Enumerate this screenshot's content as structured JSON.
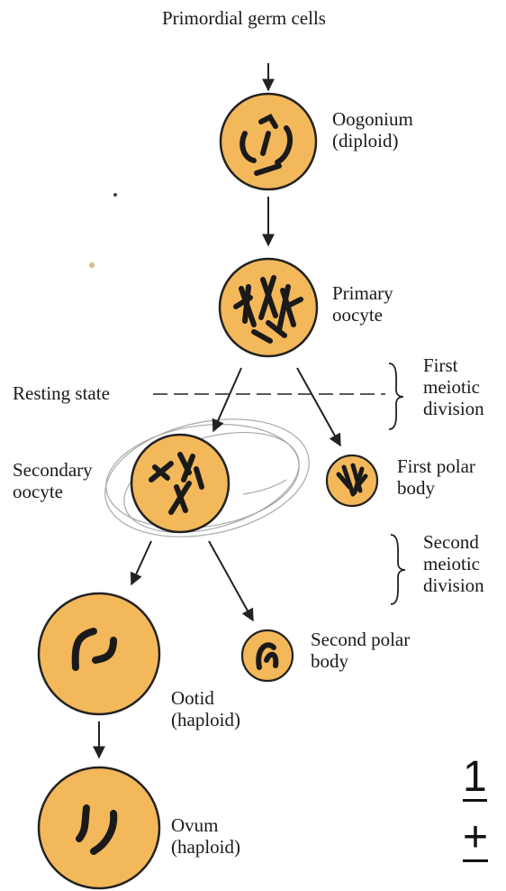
{
  "title": "Primordial germ cells",
  "colors": {
    "cell_fill": "#f3b85a",
    "cell_stroke": "#222222",
    "chromosome": "#1a1a1a",
    "line": "#222222"
  },
  "stages": [
    {
      "id": "oogonium",
      "lines": [
        "Oogonium",
        "(diploid)"
      ]
    },
    {
      "id": "primary-oocyte",
      "lines": [
        "Primary",
        "oocyte"
      ]
    },
    {
      "id": "secondary-oocyte",
      "lines": [
        "Secondary",
        "oocyte"
      ]
    },
    {
      "id": "first-polar-body",
      "lines": [
        "First polar",
        "body"
      ]
    },
    {
      "id": "second-polar-body",
      "lines": [
        "Second polar",
        "body"
      ]
    },
    {
      "id": "ootid",
      "lines": [
        "Ootid",
        "(haploid)"
      ]
    },
    {
      "id": "ovum",
      "lines": [
        "Ovum",
        "(haploid)"
      ]
    }
  ],
  "resting_state": "Resting state",
  "divisions": [
    {
      "lines": [
        "First",
        "meiotic",
        "division"
      ]
    },
    {
      "lines": [
        "Second",
        "meiotic",
        "division"
      ]
    }
  ],
  "corner_marks": [
    "1",
    "+"
  ]
}
